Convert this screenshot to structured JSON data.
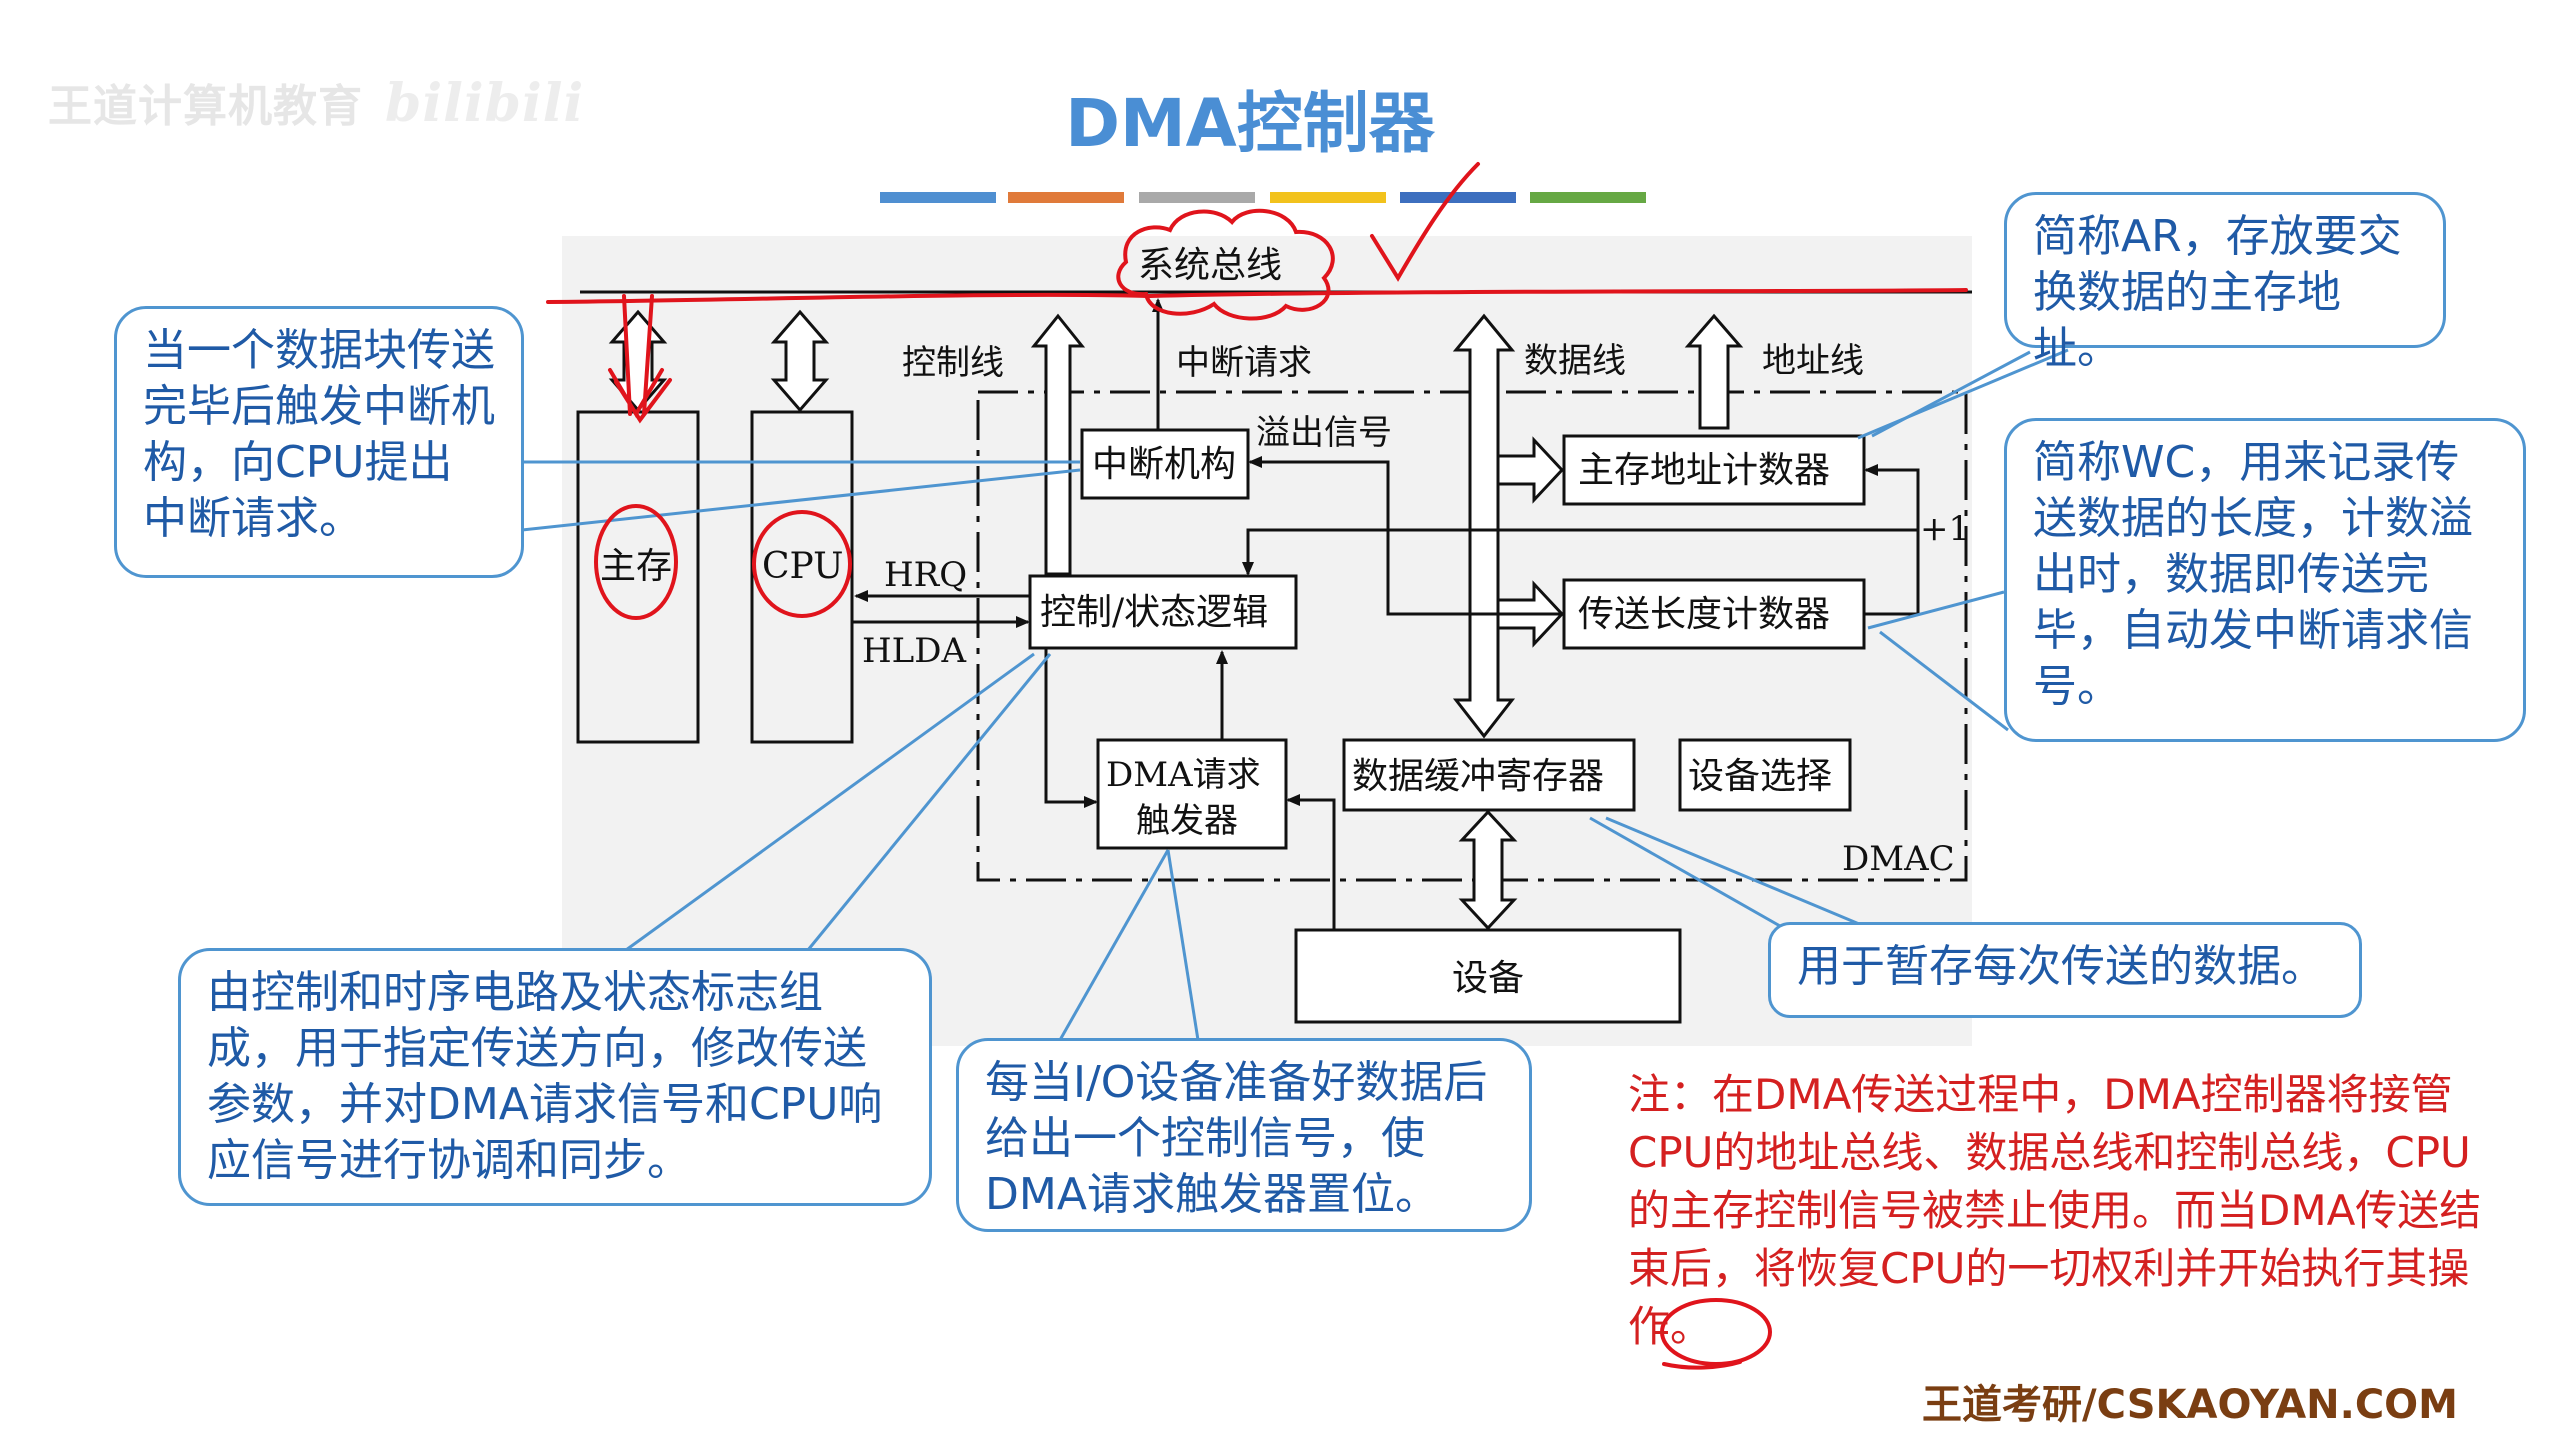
{
  "watermark": {
    "brand": "王道计算机教育",
    "bili": "bilibili"
  },
  "title": "DMA控制器",
  "colorbars": [
    "#4f8fd1",
    "#e07a3a",
    "#a9a9a9",
    "#f2c21c",
    "#3d6fbf",
    "#66a844"
  ],
  "diagram": {
    "system_bus": "系统总线",
    "control_line": "控制线",
    "interrupt_request": "中断请求",
    "data_line": "数据线",
    "address_line": "地址线",
    "overflow_signal": "溢出信号",
    "interrupt_unit": "中断机构",
    "address_counter": "主存地址计数器",
    "plus_one": "+1",
    "main_memory": "主存",
    "cpu": "CPU",
    "hrq": "HRQ",
    "hlda": "HLDA",
    "control_logic": "控制/状态逻辑",
    "length_counter": "传送长度计数器",
    "dma_trigger_line1": "DMA请求",
    "dma_trigger_line2": "触发器",
    "data_buffer": "数据缓冲寄存器",
    "device_select": "设备选择",
    "dmac": "DMAC",
    "device": "设备"
  },
  "callouts": {
    "ar": "简称AR，存放要交换数据的主存地址。",
    "interrupt": "当一个数据块传送完毕后触发中断机构，向CPU提出中断请求。",
    "wc": "简称WC，用来记录传送数据的长度，计数溢出时，数据即传送完毕，自动发中断请求信号。",
    "control": "由控制和时序电路及状态标志组成，用于指定传送方向，修改传送参数，并对DMA请求信号和CPU响应信号进行协调和同步。",
    "trigger": "每当I/O设备准备好数据后给出一个控制信号，使DMA请求触发器置位。",
    "buffer": "用于暂存每次传送的数据。"
  },
  "note": "注：在DMA传送过程中，DMA控制器将接管CPU的地址总线、数据总线和控制总线，CPU的主存控制信号被禁止使用。而当DMA传送结束后，将恢复CPU的一切权利并开始执行其操作。",
  "footer": "王道考研/CSKAOYAN.COM",
  "colors": {
    "title": "#4a8ed4",
    "callout_border": "#4f95d0",
    "callout_text": "#1f5aa6",
    "note_text": "#d42020",
    "annotation_red": "#e0141c",
    "footer": "#7a3e12"
  }
}
